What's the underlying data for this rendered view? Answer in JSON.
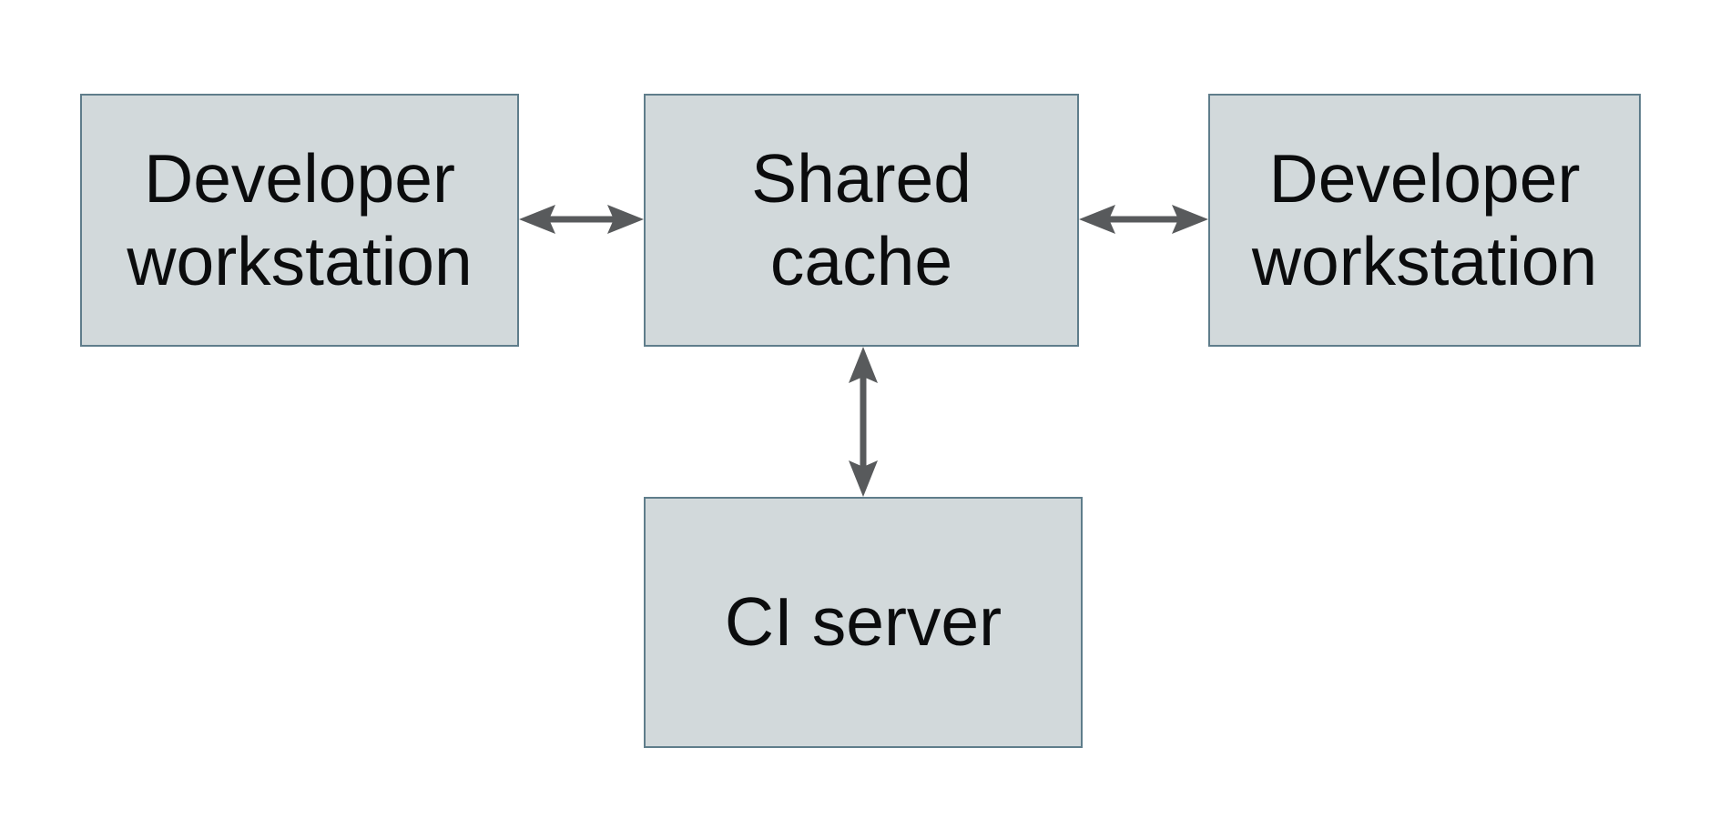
{
  "diagram": {
    "type": "architecture-diagram",
    "background": "#ffffff",
    "colors": {
      "node_fill": "#d2d9db",
      "node_border": "#5f7d8b",
      "arrow": "#585a5c",
      "text": "#0b0c0d"
    },
    "nodes": [
      {
        "id": "dev-left",
        "label": "Developer\nworkstation"
      },
      {
        "id": "cache",
        "label": "Shared\ncache"
      },
      {
        "id": "dev-right",
        "label": "Developer\nworkstation"
      },
      {
        "id": "ci",
        "label": "CI server"
      }
    ],
    "edges": [
      {
        "from": "dev-left",
        "to": "cache",
        "direction": "bidirectional",
        "orientation": "horizontal"
      },
      {
        "from": "cache",
        "to": "dev-right",
        "direction": "bidirectional",
        "orientation": "horizontal"
      },
      {
        "from": "cache",
        "to": "ci",
        "direction": "bidirectional",
        "orientation": "vertical"
      }
    ]
  }
}
